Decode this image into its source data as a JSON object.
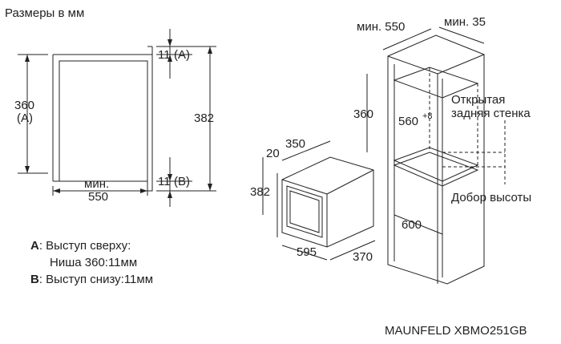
{
  "header": {
    "title": "Размеры в мм"
  },
  "side_view": {
    "dim_top": "11",
    "label_a": "(A)",
    "label_a_bold": "A",
    "dim_bottom": "11",
    "label_b": "(B)",
    "dim_total_height": "382",
    "dim_niche_height": "360",
    "dim_niche_label": "(A)",
    "depth_min_label": "мин.",
    "depth_value": "550"
  },
  "appliance": {
    "dim_depth_small": "20",
    "dim_depth": "350",
    "dim_height": "382",
    "dim_width": "595",
    "dim_depth_total": "370"
  },
  "cabinet": {
    "dim_min_depth": "мин. 550",
    "dim_min_gap": "мин. 35",
    "dim_niche_height": "360",
    "dim_niche_width": "560",
    "dim_niche_width_tol": "+8",
    "dim_depth_bottom": "600",
    "note_open_back": "Открытая\nзадняя стенка",
    "note_height_add": "Добор высоты"
  },
  "legend": {
    "a_key": "A",
    "a_text_line1": ": Выступ сверху:",
    "a_text_line2": "Ниша 360:11мм",
    "b_key": "B",
    "b_text": ": Выступ снизу:11мм"
  },
  "footer": {
    "model": "MAUNFELD XBMO251GB"
  }
}
